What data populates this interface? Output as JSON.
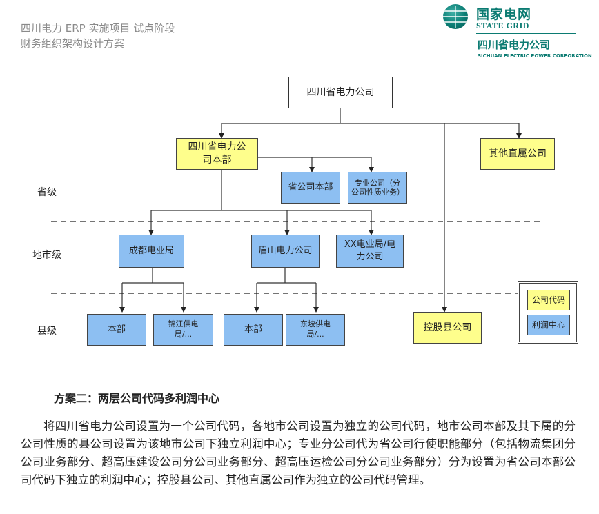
{
  "header": {
    "line1": "四川电力 ERP 实施项目  试点阶段",
    "line2": "财务组织架构设计方案"
  },
  "logo": {
    "cn": "国家电网",
    "en": "STATE GRID",
    "sub_cn": "四川省电力公司",
    "sub_en": "SICHUAN ELECTRIC POWER CORPORATION"
  },
  "levels": {
    "province": "省级",
    "city": "地市级",
    "county": "县级"
  },
  "org": {
    "root": "四川省电力公司",
    "hq": "四川省电力公司本部",
    "other_direct": "其他直属公司",
    "hq_dept": "省公司本部",
    "special_branch": "专业公司（分公司性质业务）",
    "chengdu": "成都电业局",
    "meishan": "眉山电力公司",
    "xx_bureau": "XX电业局/电力公司",
    "cd_hq": "本部",
    "jinjiang": "锦江供电局/...",
    "ms_hq": "本部",
    "dongpo": "东坡供电局/...",
    "holding_county": "控股县公司"
  },
  "legend": {
    "company_code": "公司代码",
    "profit_center": "利润中心",
    "colors": {
      "company_code": "#fefe8c",
      "profit_center": "#8dbff2"
    }
  },
  "scheme": {
    "title": "方案二：两层公司代码多利润中心",
    "body": "将四川省电力公司设置为一个公司代码，各地市公司设置为独立的公司代码，地市公司本部及其下属的分公司性质的县公司设置为该地市公司下独立利润中心；专业分公司代为省公司行使职能部分（包括物流集团分公司业务部分、超高压建设公司分公司业务部分、超高压运检公司分公司业务部分）分为设置为省公司本部公司代码下独立的利润中心；控股县公司、其他直属公司作为独立的公司代码管理。"
  }
}
